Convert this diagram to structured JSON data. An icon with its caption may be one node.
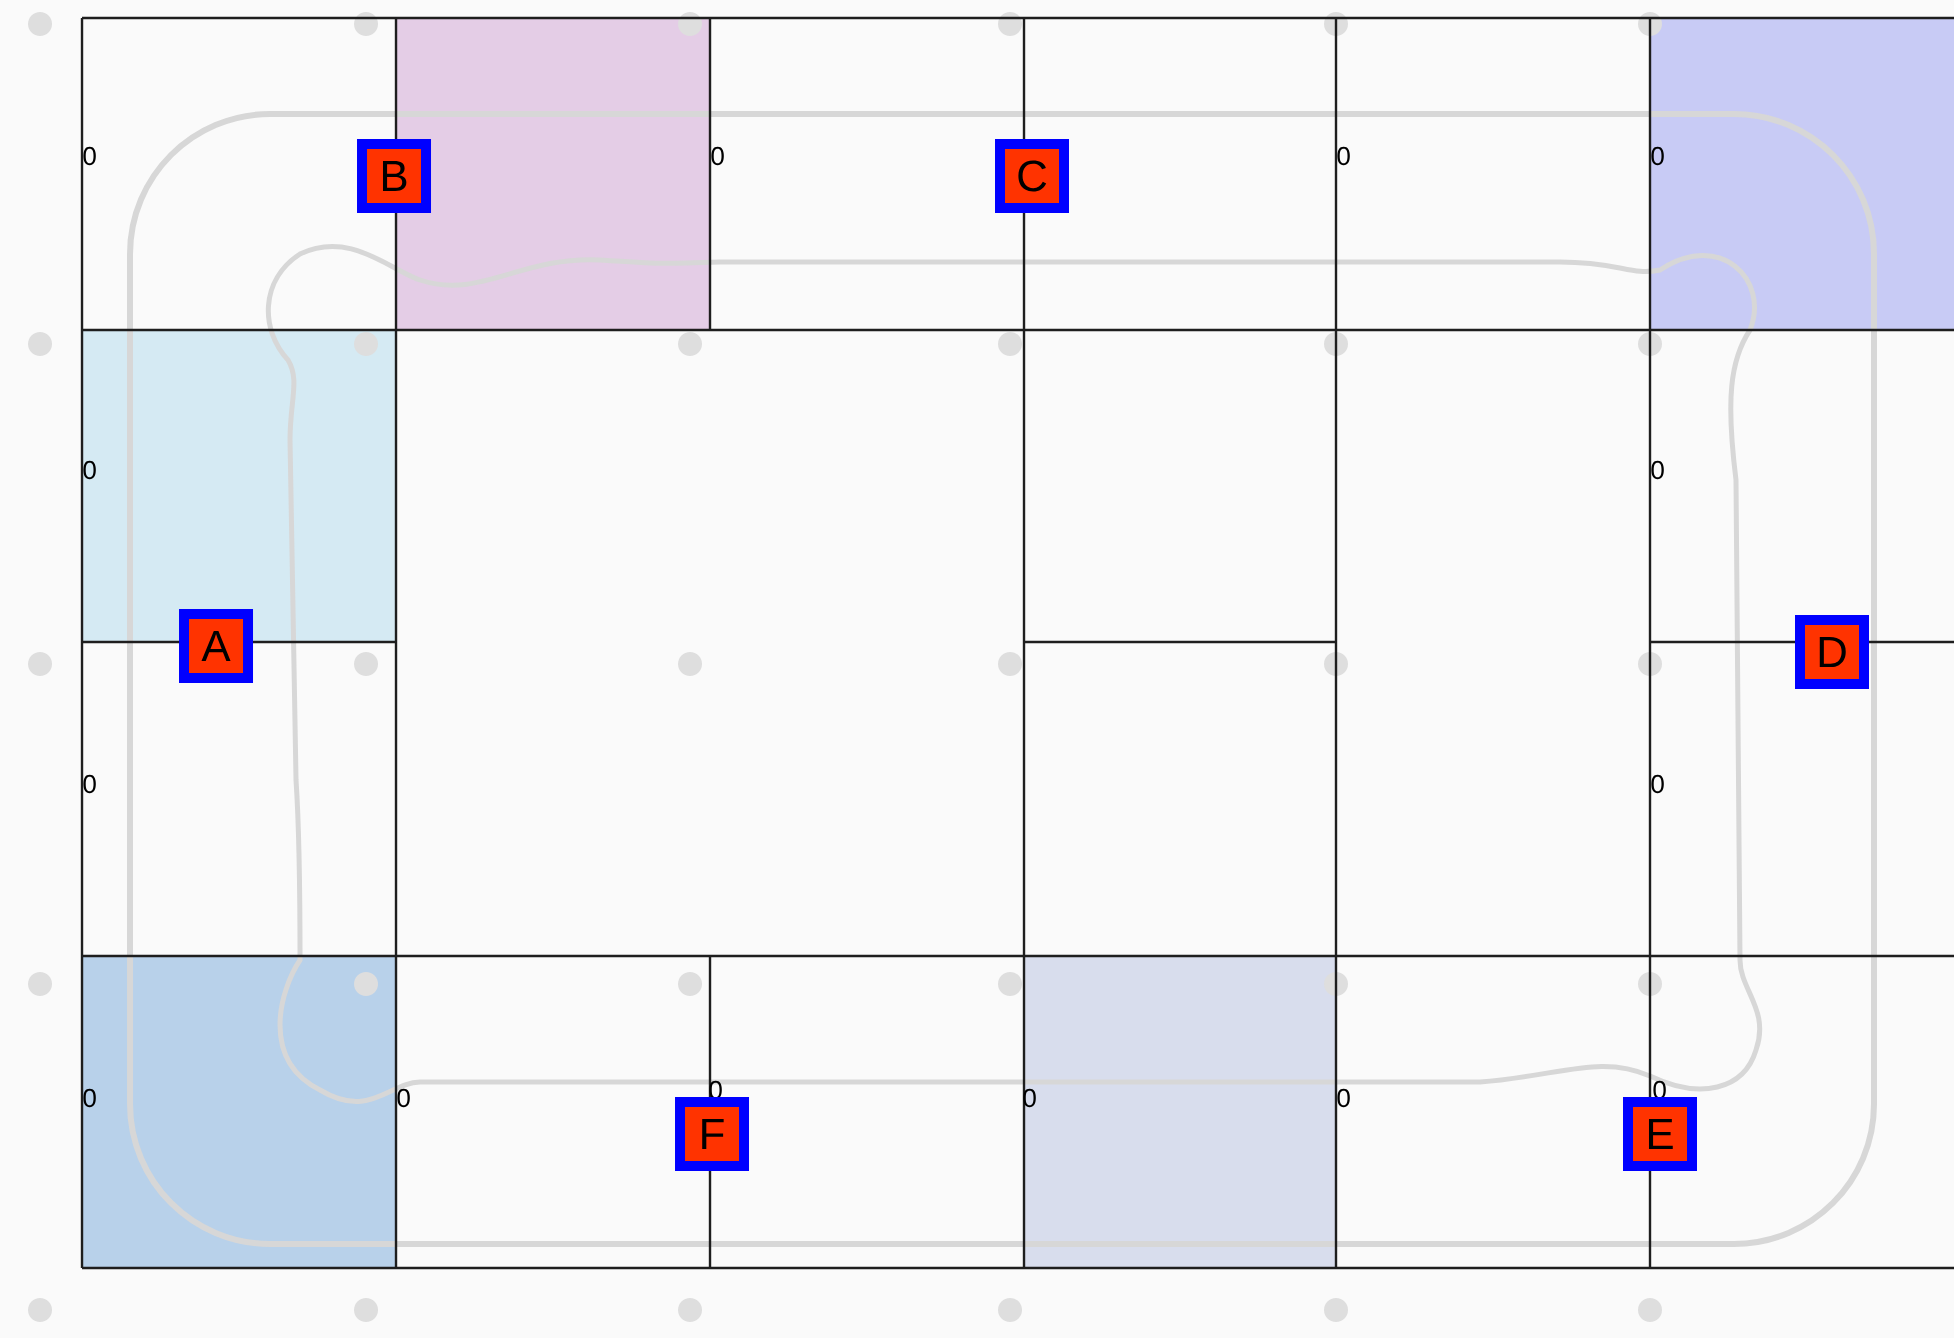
{
  "diagram": {
    "nodes": [
      {
        "text": [
          "B"
        ]
      },
      {
        "text": [
          "C"
        ]
      },
      {
        "text": [
          "A"
        ]
      },
      {
        "text": [
          "D"
        ]
      },
      {
        "text": [
          "F"
        ]
      },
      {
        "text": [
          "E"
        ]
      }
    ],
    "labels": [
      "0",
      "0",
      "0",
      "0",
      "0",
      "0",
      "0",
      "0",
      "0",
      "0",
      "0",
      "0",
      "0",
      "0"
    ]
  }
}
